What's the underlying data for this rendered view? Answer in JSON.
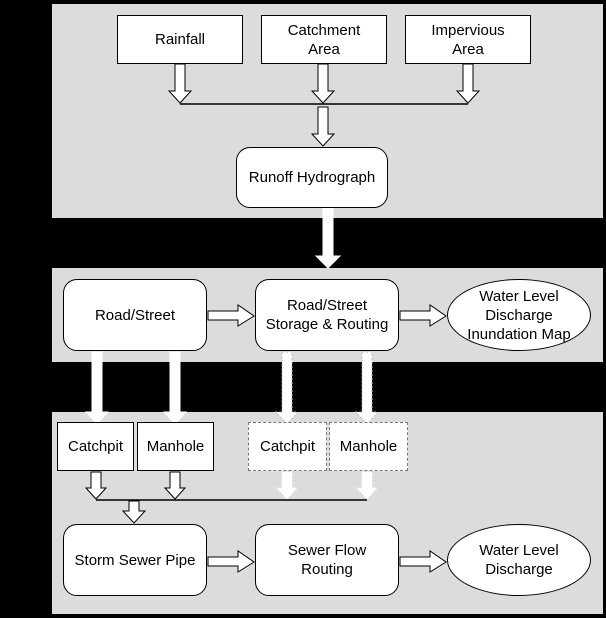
{
  "nodes": {
    "rainfall": "Rainfall",
    "catchment_area": "Catchment\nArea",
    "impervious_area": "Impervious\nArea",
    "runoff_hydrograph": "Runoff Hydrograph",
    "road_street": "Road/Street",
    "road_street_storage": "Road/Street\nStorage & Routing",
    "water_level_discharge_map": "Water Level\nDischarge\nInundation Map",
    "catchpit": "Catchpit",
    "manhole": "Manhole",
    "catchpit_dashed": "Catchpit",
    "manhole_dashed": "Manhole",
    "storm_sewer_pipe": "Storm Sewer Pipe",
    "sewer_flow_routing": "Sewer Flow\nRouting",
    "water_level_discharge": "Water Level\nDischarge"
  }
}
